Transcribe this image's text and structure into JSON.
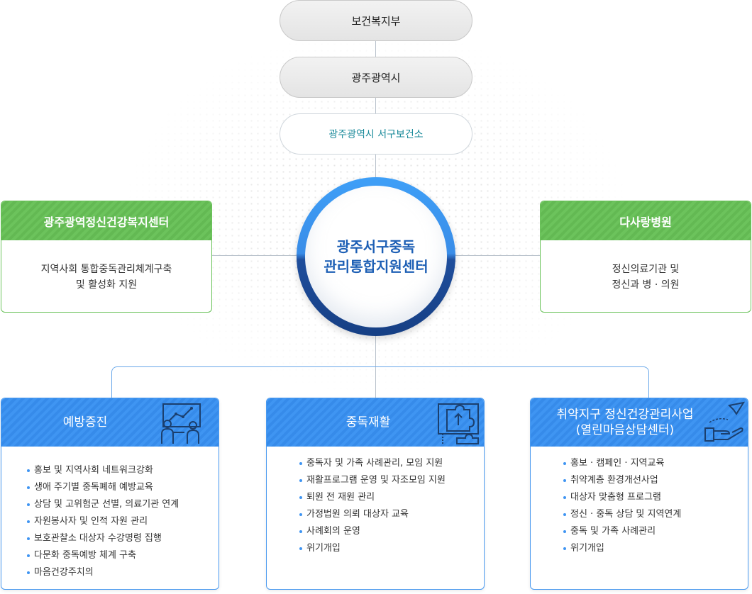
{
  "top_chain": {
    "ministry": "보건복지부",
    "city": "광주광역시",
    "health_center": "광주광역시 서구보건소"
  },
  "center": {
    "line1": "광주서구중독",
    "line2": "관리통합지원센터"
  },
  "left_partner": {
    "title": "광주광역정신건강복지센터",
    "line1": "지역사회 통합중독관리체계구축",
    "line2": "및 활성화 지원"
  },
  "right_partner": {
    "title": "다사랑병원",
    "line1": "정신의료기관 및",
    "line2": "정신과 병 · 의원"
  },
  "programs": [
    {
      "title": "예방증진",
      "icon": "presentation-board-icon",
      "items": [
        "홍보 및 지역사회 네트워크강화",
        "생애 주기별 중독폐해 예방교육",
        "상담 및 고위험군 선별, 의료기관 연계",
        "자원봉사자 및 인적 자원 관리",
        "보호관찰소 대상자 수강명령 집행",
        "다문화 중독예방 체계 구축",
        "마음건강주치의"
      ]
    },
    {
      "title": "중독재활",
      "icon": "puzzle-icon",
      "items": [
        "중독자 및 가족 사례관리, 모임 지원",
        "재활프로그램 운영 및 자조모임 지원",
        "퇴원 전 재원 관리",
        "가정법원 의뢰 대상자 교육",
        "사례회의 운영",
        "위기개입"
      ]
    },
    {
      "title": "취약지구 정신건강관리사업",
      "subtitle": "(열린마음상담센터)",
      "icon": "hand-paper-plane-icon",
      "items": [
        "홍보 · 캠페인 · 지역교육",
        "취약계층 환경개선사업",
        "대상자 맞춤형 프로그램",
        "정신 · 중독 상담 및 지역연계",
        "중독 및 가족 사례관리",
        "위기개입"
      ]
    }
  ],
  "colors": {
    "green": "#6cc35c",
    "blue": "#3f95f2",
    "navy": "#1d5fb5"
  }
}
